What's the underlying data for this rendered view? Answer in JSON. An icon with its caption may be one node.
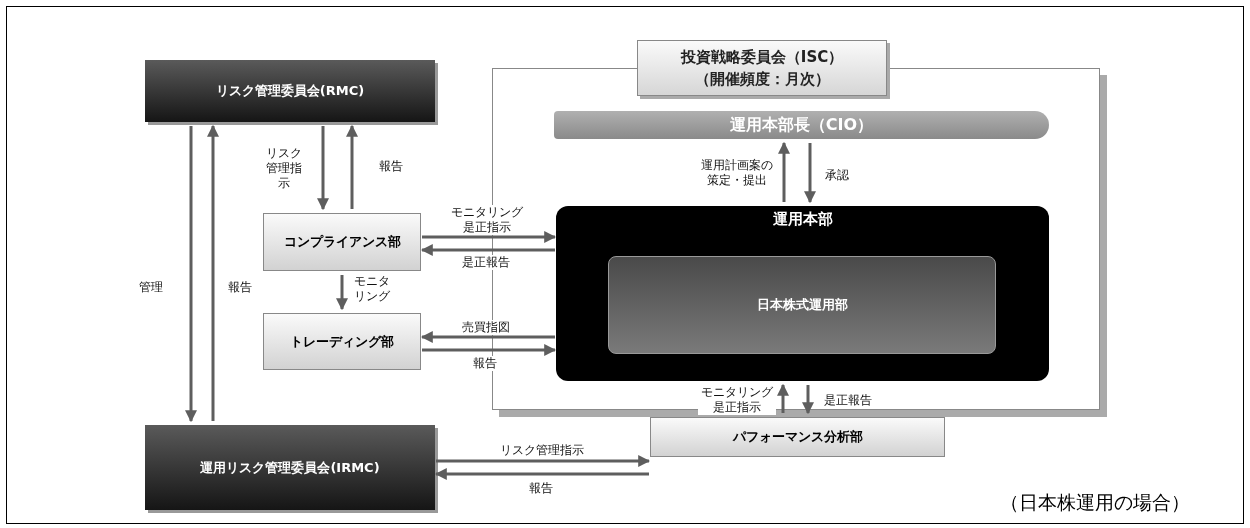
{
  "diagram": {
    "caption": "（日本株運用の場合）",
    "nodes": [
      {
        "text": [
          "リスク管理委員会(RMC)"
        ]
      },
      {
        "text": [
          "投資戦略委員会（ISC）（開催頻度：月次）"
        ]
      },
      {
        "text": [
          "運用本部長（CIO）"
        ],
        "in": 1
      },
      {
        "text": [
          "運用本部"
        ],
        "in": 1
      },
      {
        "text": [
          "日本株式運用部"
        ],
        "in": 3
      },
      {
        "text": [
          "コンプライアンス部"
        ]
      },
      {
        "text": [
          "トレーディング部"
        ]
      },
      {
        "text": [
          "運用リスク管理委員会(IRMC)"
        ]
      },
      {
        "text": [
          "パフォーマンス分析部"
        ]
      }
    ],
    "edges": [
      {
        "from": 0,
        "to": 5,
        "arrow": "to",
        "label": "リスク管理指示"
      },
      {
        "from": 5,
        "to": 0,
        "arrow": "to",
        "label": "報告"
      },
      {
        "from": 0,
        "to": 7,
        "arrow": "to",
        "label": "管理"
      },
      {
        "from": 7,
        "to": 0,
        "arrow": "to",
        "label": "報告"
      },
      {
        "from": 5,
        "to": 3,
        "arrow": "to",
        "label": "モニタリング是正指示"
      },
      {
        "from": 3,
        "to": 5,
        "arrow": "to",
        "label": "是正報告"
      },
      {
        "from": 5,
        "to": 6,
        "arrow": "to",
        "label": "モニタリング"
      },
      {
        "from": 3,
        "to": 6,
        "arrow": "to",
        "label": "売買指図"
      },
      {
        "from": 6,
        "to": 3,
        "arrow": "to",
        "label": "報告"
      },
      {
        "from": 3,
        "to": 2,
        "arrow": "to",
        "label": "運用計画案の策定・提出"
      },
      {
        "from": 2,
        "to": 3,
        "arrow": "to",
        "label": "承認"
      },
      {
        "from": 8,
        "to": 3,
        "arrow": "to",
        "label": "モニタリング是正指示"
      },
      {
        "from": 3,
        "to": 8,
        "arrow": "to",
        "label": "是正報告"
      },
      {
        "from": 7,
        "to": 8,
        "arrow": "to",
        "label": "リスク管理指示"
      },
      {
        "from": 8,
        "to": 7,
        "arrow": "to",
        "label": "報告"
      }
    ]
  }
}
